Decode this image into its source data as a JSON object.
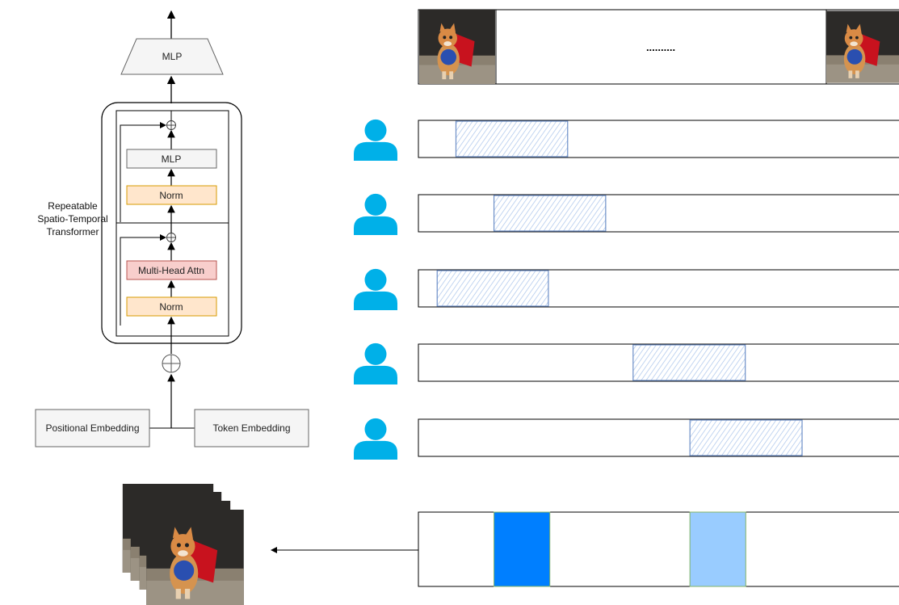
{
  "transformer": {
    "output_mlp_label": "MLP",
    "inner_mlp_label": "MLP",
    "norm_top_label": "Norm",
    "attention_label": "Multi-Head Attn",
    "norm_bottom_label": "Norm",
    "side_label_lines": [
      "Repeatable",
      "Spatio-Temporal",
      "Transformer"
    ],
    "positional_embedding_label": "Positional Embedding",
    "token_embedding_label": "Token Embedding"
  },
  "video_strip": {
    "ellipsis": ".........."
  },
  "annotator_tracks": [
    {
      "segment_start": 0.078,
      "segment_end": 0.31
    },
    {
      "segment_start": 0.157,
      "segment_end": 0.389
    },
    {
      "segment_start": 0.039,
      "segment_end": 0.27
    },
    {
      "segment_start": 0.446,
      "segment_end": 0.679
    },
    {
      "segment_start": 0.564,
      "segment_end": 0.797
    }
  ],
  "result_track": {
    "segments": [
      {
        "start": 0.157,
        "end": 0.273,
        "color": "#007fff"
      },
      {
        "start": 0.564,
        "end": 0.68,
        "color": "#99ccff"
      }
    ]
  },
  "colors": {
    "person": "#00b0e8",
    "hatch": "#a9c4eb",
    "hatch_border": "#6d8fc7",
    "norm_fill": "#ffe6cc",
    "norm_stroke": "#d79b00",
    "attn_fill": "#f8cecc",
    "attn_stroke": "#b85450",
    "gray_fill": "#f5f5f5",
    "gray_stroke": "#666666"
  },
  "icons": [
    "cat-photo",
    "person-icon",
    "arrow"
  ]
}
